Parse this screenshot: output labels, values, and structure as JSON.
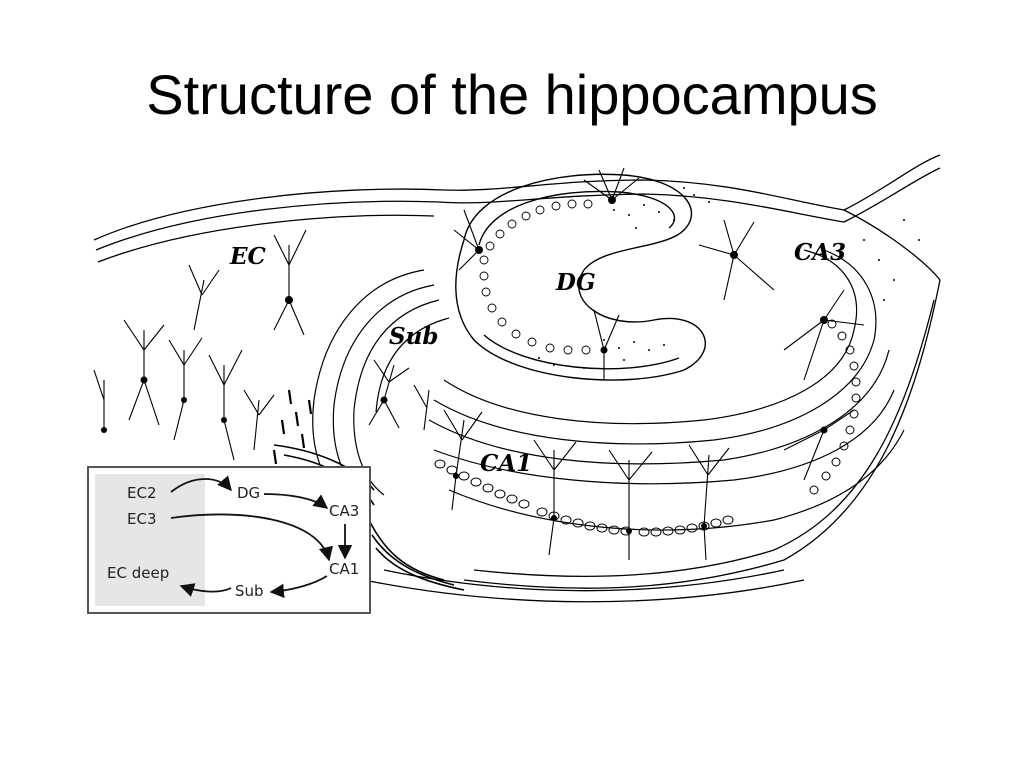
{
  "slide": {
    "title": "Structure of the hippocampus"
  },
  "figure": {
    "regions": {
      "ec": "EC",
      "dg": "DG",
      "ca3": "CA3",
      "sub": "Sub",
      "ca1": "CA1"
    }
  },
  "inset": {
    "nodes": {
      "ec2": "EC2",
      "ec3": "EC3",
      "dg": "DG",
      "ca3": "CA3",
      "ca1": "CA1",
      "sub": "Sub",
      "ec_deep": "EC deep"
    }
  },
  "colors": {
    "ink": "#000000",
    "inset_panel": "#e6e6e6",
    "inset_border": "#555555"
  }
}
